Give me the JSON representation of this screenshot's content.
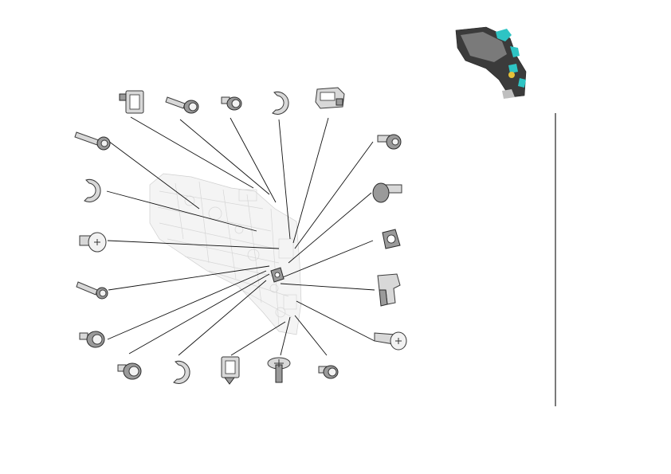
{
  "figure": {
    "type": "exploded-parts-diagram",
    "background": "#ffffff",
    "accent_colors": {
      "locator_highlight": "#2ec4c4",
      "locator_yellow": "#e6c23a"
    }
  },
  "parts": [
    {
      "id": "p1",
      "kind": "bracket",
      "icon": "bracket-icon"
    },
    {
      "id": "p2",
      "kind": "screw-long",
      "icon": "screw-icon"
    },
    {
      "id": "p3",
      "kind": "screw-short",
      "icon": "screw-icon"
    },
    {
      "id": "p4",
      "kind": "e-ring",
      "icon": "e-ring-icon"
    },
    {
      "id": "p5",
      "kind": "connector",
      "icon": "connector-icon"
    },
    {
      "id": "p6",
      "kind": "bolt",
      "icon": "bolt-icon"
    },
    {
      "id": "p7",
      "kind": "pin",
      "icon": "pin-icon"
    },
    {
      "id": "p8",
      "kind": "plate",
      "icon": "plate-icon"
    },
    {
      "id": "p9",
      "kind": "clip",
      "icon": "clip-icon"
    },
    {
      "id": "p10",
      "kind": "screw-large",
      "icon": "screw-icon"
    },
    {
      "id": "p11",
      "kind": "screw-short",
      "icon": "screw-icon"
    },
    {
      "id": "p12",
      "kind": "washer-screw",
      "icon": "screw-icon"
    },
    {
      "id": "p13",
      "kind": "bracket",
      "icon": "bracket-icon"
    },
    {
      "id": "p14",
      "kind": "e-ring",
      "icon": "e-ring-icon"
    },
    {
      "id": "p15",
      "kind": "screw-short",
      "icon": "screw-icon"
    },
    {
      "id": "p16",
      "kind": "screw-short",
      "icon": "screw-icon"
    },
    {
      "id": "p17",
      "kind": "screw-thin",
      "icon": "screw-icon"
    },
    {
      "id": "p18",
      "kind": "screw-medium",
      "icon": "screw-icon"
    },
    {
      "id": "p19",
      "kind": "e-ring",
      "icon": "e-ring-icon"
    },
    {
      "id": "p20",
      "kind": "screw-long",
      "icon": "screw-icon"
    }
  ]
}
